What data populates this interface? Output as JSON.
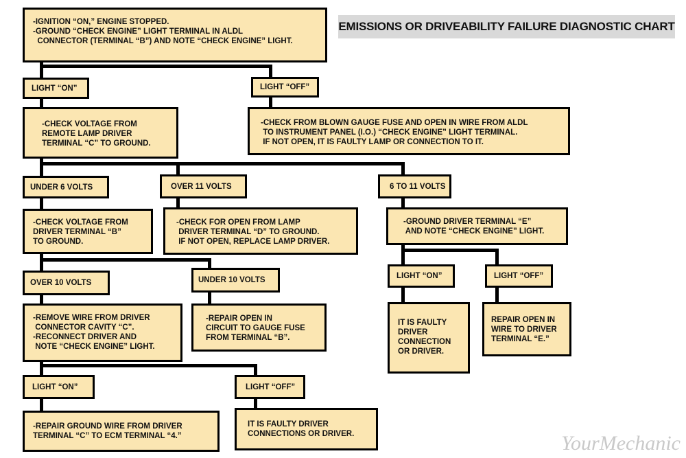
{
  "title": "EMISSIONS OR DRIVEABILITY FAILURE DIAGNOSTIC CHART",
  "watermark": "YourMechanic",
  "colors": {
    "box_fill": "#fbe6b2",
    "box_border": "#000000",
    "title_bg": "#d9d9d9"
  },
  "nodes": {
    "start": "-IGNITION “ON,” ENGINE STOPPED.\n-GROUND “CHECK ENGINE” LIGHT TERMINAL IN ALDL\n  CONNECTOR (TERMINAL “B”) AND NOTE “CHECK ENGINE” LIGHT.",
    "light_on_1": "LIGHT “ON”",
    "light_off_1": "LIGHT “OFF”",
    "check_voltage_remote": "-CHECK VOLTAGE FROM\nREMOTE LAMP DRIVER\nTERMINAL “C” TO GROUND.",
    "check_blown_fuse": "-CHECK FROM BLOWN GAUGE FUSE AND OPEN IN WIRE FROM ALDL\n TO INSTRUMENT PANEL (I.O.) “CHECK ENGINE” LIGHT TERMINAL.\n IF NOT OPEN, IT IS FAULTY LAMP OR CONNECTION TO IT.",
    "under_6_volts": "UNDER 6 VOLTS",
    "over_11_volts": "OVER 11 VOLTS",
    "six_to_11_volts": "6 TO 11 VOLTS",
    "check_voltage_driver": "-CHECK VOLTAGE FROM\nDRIVER TERMINAL “B”\nTO GROUND.",
    "check_open_lamp": "-CHECK FOR OPEN FROM LAMP\n DRIVER TERMINAL “D” TO GROUND.\n IF NOT OPEN, REPLACE LAMP DRIVER.",
    "ground_driver_e": "-GROUND DRIVER TERMINAL “E”\n AND NOTE “CHECK ENGINE” LIGHT.",
    "over_10_volts": "OVER 10 VOLTS",
    "under_10_volts": "UNDER 10 VOLTS",
    "light_on_e": "LIGHT “ON”",
    "light_off_e": "LIGHT “OFF”",
    "remove_wire": "-REMOVE WIRE FROM DRIVER\n CONNECTOR CAVITY “C”.\n-RECONNECT DRIVER AND\n NOTE “CHECK ENGINE” LIGHT.",
    "repair_open_gauge": "-REPAIR OPEN IN\nCIRCUIT TO GAUGE FUSE\nFROM TERMINAL “B”.",
    "faulty_driver_conn_1": "IT IS FAULTY\nDRIVER\nCONNECTION\nOR DRIVER.",
    "repair_open_terminal_e": "REPAIR OPEN IN\nWIRE TO DRIVER\nTERMINAL “E.”",
    "light_on_c": "LIGHT “ON”",
    "light_off_c": "LIGHT “OFF”",
    "repair_ground_wire": "-REPAIR GROUND WIRE FROM DRIVER\nTERMINAL “C” TO ECM TERMINAL “4.”",
    "faulty_driver_conn_2": "IT IS FAULTY DRIVER\nCONNECTIONS OR DRIVER."
  }
}
